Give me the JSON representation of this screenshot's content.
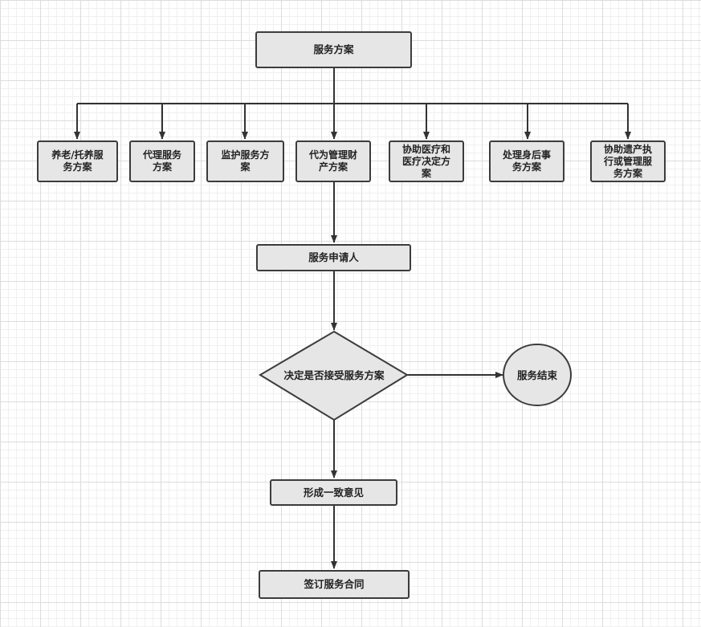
{
  "diagram": {
    "root": "服务方案",
    "service_types": [
      "养老/托养服\n务方案",
      "代理服务\n方案",
      "监护服务方\n案",
      "代为管理财\n产方案",
      "协助医疗和\n医疗决定方\n案",
      "处理身后事\n务方案",
      "协助遗产执\n行或管理服\n务方案"
    ],
    "applicant": "服务申请人",
    "decision": "决定是否接受服务方案",
    "end": "服务结束",
    "consensus": "形成一致意见",
    "contract": "签订服务合同"
  },
  "colors": {
    "node_fill": "#e6e6e6",
    "stroke": "#3c3c3c"
  }
}
